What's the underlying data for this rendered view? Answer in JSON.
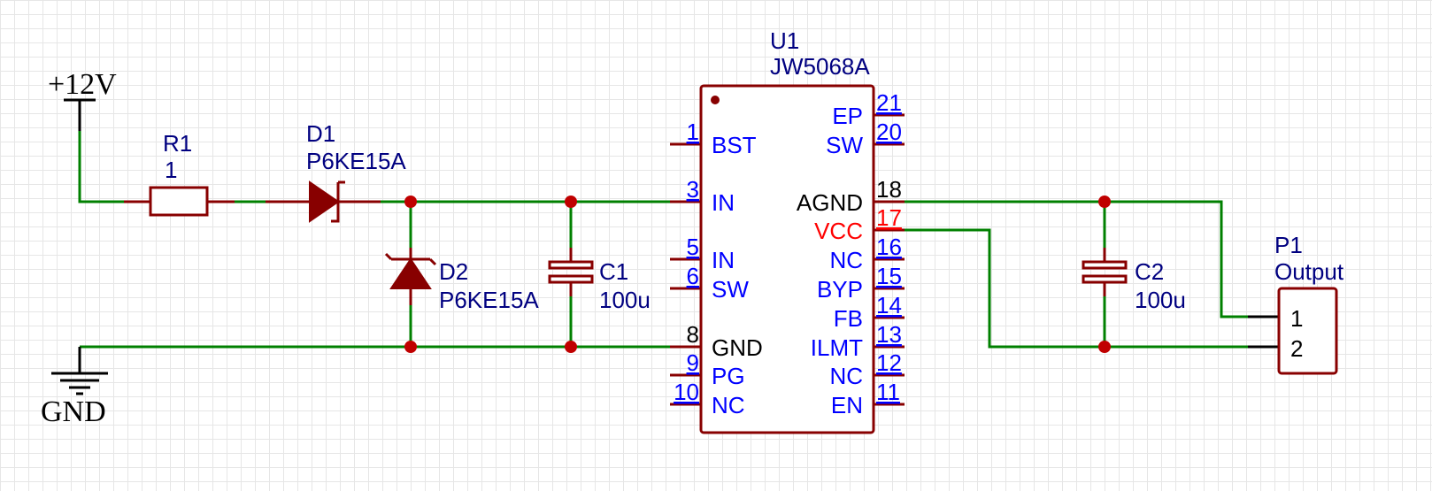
{
  "power": {
    "vin_label": "+12V",
    "gnd_label": "GND"
  },
  "resistor": {
    "ref": "R1",
    "value": "1"
  },
  "diode1": {
    "ref": "D1",
    "value": "P6KE15A"
  },
  "diode2": {
    "ref": "D2",
    "value": "P6KE15A"
  },
  "cap1": {
    "ref": "C1",
    "value": "100u"
  },
  "cap2": {
    "ref": "C2",
    "value": "100u"
  },
  "ic": {
    "ref": "U1",
    "part": "JW5068A",
    "left_pins": [
      {
        "num": "1",
        "name": "BST"
      },
      {
        "num": "3",
        "name": "IN"
      },
      {
        "num": "5",
        "name": "IN"
      },
      {
        "num": "6",
        "name": "SW"
      },
      {
        "num": "8",
        "name": "GND"
      },
      {
        "num": "9",
        "name": "PG"
      },
      {
        "num": "10",
        "name": "NC"
      }
    ],
    "right_pins": [
      {
        "num": "21",
        "name": "EP"
      },
      {
        "num": "20",
        "name": "SW"
      },
      {
        "num": "18",
        "name": "AGND"
      },
      {
        "num": "17",
        "name": "VCC"
      },
      {
        "num": "16",
        "name": "NC"
      },
      {
        "num": "15",
        "name": "BYP"
      },
      {
        "num": "14",
        "name": "FB"
      },
      {
        "num": "13",
        "name": "ILMT"
      },
      {
        "num": "12",
        "name": "NC"
      },
      {
        "num": "11",
        "name": "EN"
      }
    ]
  },
  "connector": {
    "ref": "P1",
    "value": "Output",
    "pins": [
      "1",
      "2"
    ]
  },
  "colors": {
    "wire": "#008000",
    "symbol": "#880000",
    "junction": "#c00000",
    "pin_text": "#0000ff",
    "highlight_text": "#ff0000"
  }
}
